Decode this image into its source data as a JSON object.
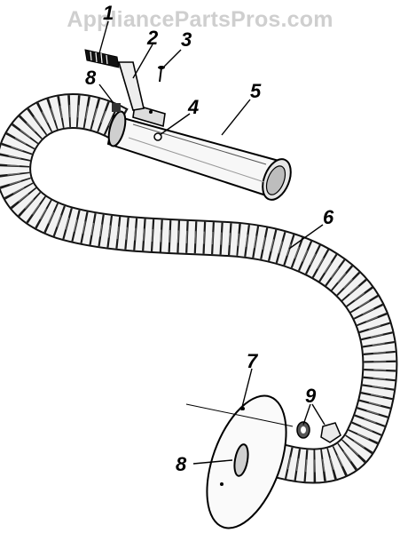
{
  "watermark": "AppliancePartsPros.com",
  "callouts": {
    "c1": "1",
    "c2": "2",
    "c3": "3",
    "c4": "4",
    "c5": "5",
    "c6": "6",
    "c7": "7",
    "c8a": "8",
    "c8b": "8",
    "c9": "9"
  }
}
